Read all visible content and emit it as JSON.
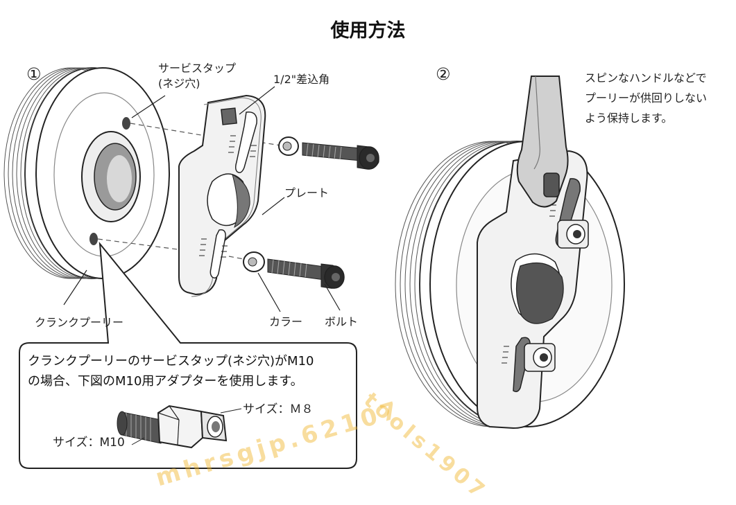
{
  "title": "使用方法",
  "step1": {
    "number": "①",
    "labels": {
      "service_tap_line1": "サービスタップ",
      "service_tap_line2": "(ネジ穴)",
      "drive_angle": "1/2\"差込角",
      "plate": "プレート",
      "crank_pulley": "クランクプーリー",
      "collar": "カラー",
      "bolt": "ボルト"
    }
  },
  "step2": {
    "number": "②",
    "note_lines": [
      "スピンなハンドルなどで",
      "プーリーが供回りしない",
      "よう保持します。"
    ]
  },
  "callout": {
    "line1": "クランクプーリーのサービスタップ(ネジ穴)がM10",
    "line2": "の場合、下図のM10用アダプターを使用します。",
    "size_m8": "サイズ：Ｍ８",
    "size_m10": "サイズ：M10"
  },
  "watermark": [
    "mhrsgjp.62107",
    "tools1907"
  ]
}
